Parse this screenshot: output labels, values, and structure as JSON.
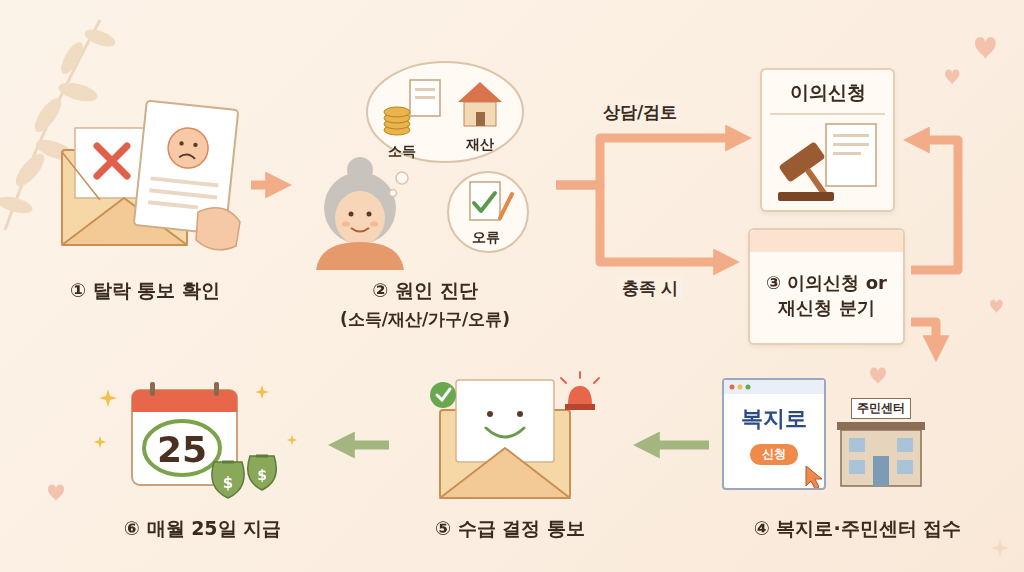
{
  "diagram": {
    "nodes": [
      {
        "text": [
          "① 탈락 통보 확인"
        ]
      },
      {
        "text": [
          "② 원인 진단",
          "(소득/재산/가구/오류)"
        ]
      },
      {
        "text": [
          "이의신청"
        ]
      },
      {
        "text": [
          "③ 이의신청 or 재신청 분기"
        ]
      },
      {
        "text": [
          "④ 복지로·주민센터 접수"
        ]
      },
      {
        "text": [
          "복지로",
          "신청"
        ],
        "in": 4
      },
      {
        "text": [
          "주민센터"
        ],
        "in": 4
      },
      {
        "text": [
          "⑤ 수급 결정 통보"
        ]
      },
      {
        "text": [
          "⑥ 매월 25일 지급"
        ]
      }
    ],
    "edges": [
      {
        "from": 0,
        "to": 1,
        "arrow": "to"
      },
      {
        "from": 1,
        "to": 2,
        "label": "상담/검토",
        "arrow": "to"
      },
      {
        "from": 1,
        "to": 3,
        "label": "충족 시",
        "arrow": "to"
      },
      {
        "from": 3,
        "to": 2,
        "arrow": "to"
      },
      {
        "from": 3,
        "to": 4,
        "arrow": "to"
      },
      {
        "from": 4,
        "to": 7,
        "arrow": "to"
      },
      {
        "from": 7,
        "to": 8,
        "arrow": "to"
      }
    ],
    "labels": [
      "소득",
      "재산",
      "오류",
      "25",
      "$",
      "$"
    ]
  }
}
